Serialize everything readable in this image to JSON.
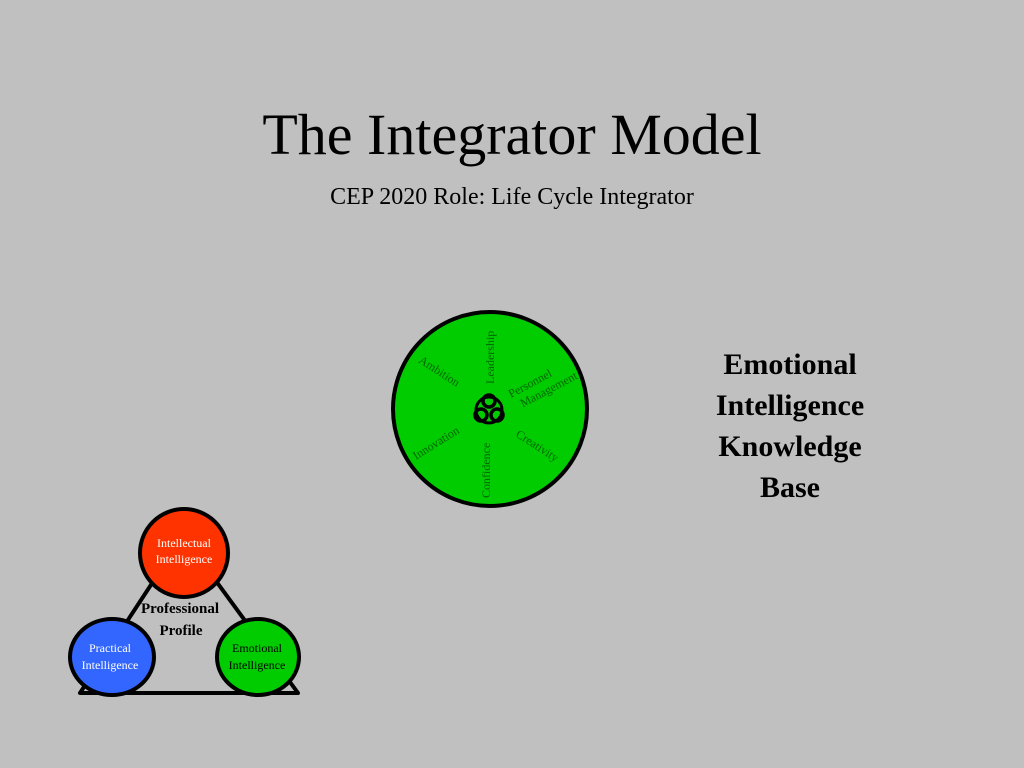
{
  "slide": {
    "title": "The Integrator Model",
    "subtitle": "CEP 2020 Role: Life Cycle Integrator"
  },
  "knowledge_base": {
    "lines": [
      "Emotional",
      "Intelligence",
      "Knowledge",
      "Base"
    ]
  },
  "ei_wheel": {
    "fill_color": "#00cc00",
    "text_color": "#006600",
    "segments": [
      "Leadership",
      "Personnel Management",
      "Creativity",
      "Confidence",
      "Innovation",
      "Ambition"
    ],
    "center_icon": "trinity-icon"
  },
  "professional_profile": {
    "center_label_line1": "Professional",
    "center_label_line2": "Profile",
    "intellectual": {
      "line1": "Intellectual",
      "line2": "Intelligence",
      "color": "#ff3300"
    },
    "practical": {
      "line1": "Practical",
      "line2": "Intelligence",
      "color": "#3366ff"
    },
    "emotional": {
      "line1": "Emotional",
      "line2": "Intelligence",
      "color": "#00cc00"
    }
  }
}
